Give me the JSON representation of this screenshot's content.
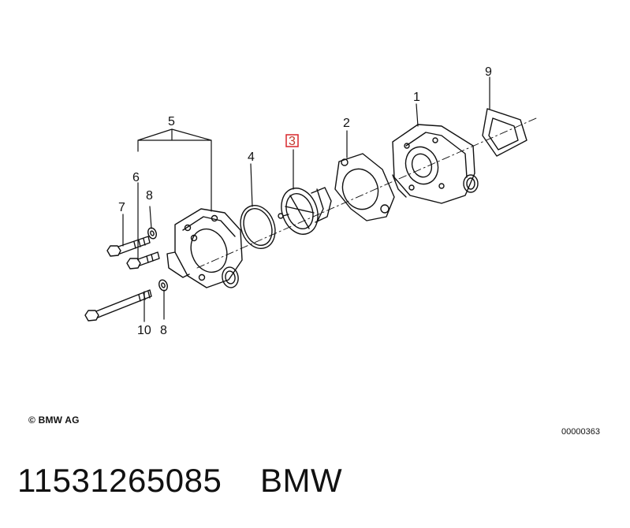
{
  "diagram": {
    "callouts": {
      "c1": "1",
      "c2": "2",
      "c3": "3",
      "c4": "4",
      "c5": "5",
      "c6": "6",
      "c7": "7",
      "c8a": "8",
      "c8b": "8",
      "c9": "9",
      "c10": "10"
    },
    "highlighted_callout": "3",
    "highlight_color": "#d9262c"
  },
  "footer": {
    "copyright": "© BMW AG",
    "drawing_number": "00000363"
  },
  "caption": "11531265085    BMW"
}
